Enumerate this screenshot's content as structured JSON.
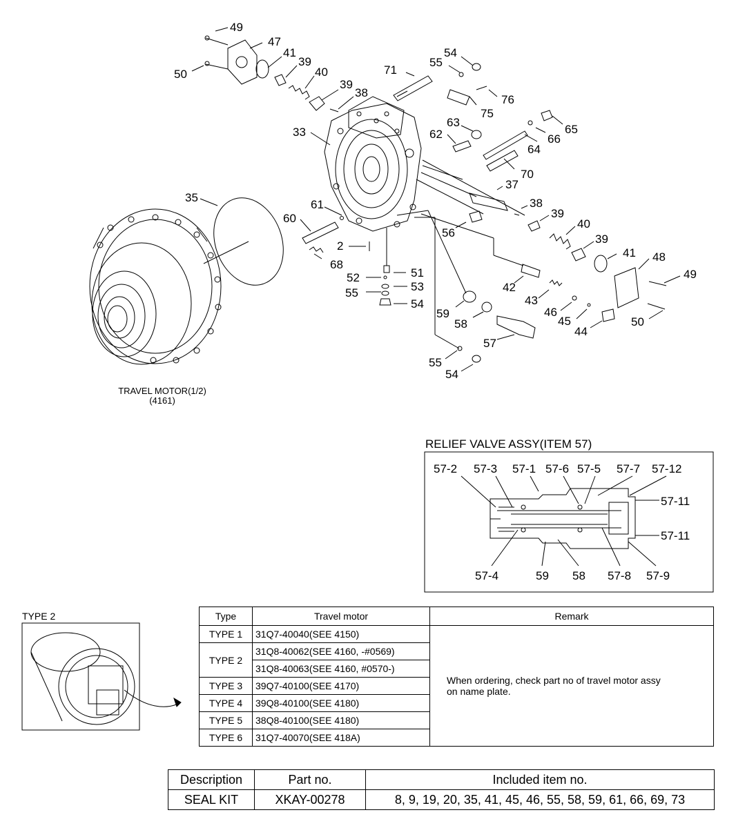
{
  "main_caption": {
    "line1": "TRAVEL MOTOR(1/2)",
    "line2": "(4161)"
  },
  "part_labels": {
    "p49a": "49",
    "p47": "47",
    "p50a": "50",
    "p41a": "41",
    "p39a": "39",
    "p40a": "40",
    "p39b": "39",
    "p38a": "38",
    "p71": "71",
    "p55a": "55",
    "p54a": "54",
    "p76": "76",
    "p75": "75",
    "p33": "33",
    "p63": "63",
    "p62": "62",
    "p65": "65",
    "p66": "66",
    "p64": "64",
    "p70": "70",
    "p37": "37",
    "p35": "35",
    "p61": "61",
    "p60": "60",
    "p38b": "38",
    "p39c": "39",
    "p40b": "40",
    "p39d": "39",
    "p41b": "41",
    "p48": "48",
    "p49b": "49",
    "p56": "56",
    "p2": "2",
    "p68": "68",
    "p51": "51",
    "p52": "52",
    "p53": "53",
    "p55b": "55",
    "p54b": "54",
    "p59": "59",
    "p58": "58",
    "p42": "42",
    "p43": "43",
    "p46": "46",
    "p45": "45",
    "p44": "44",
    "p50b": "50",
    "p57": "57",
    "p55c": "55",
    "p54c": "54"
  },
  "relief_valve": {
    "title": "RELIEF VALVE ASSY(ITEM 57)",
    "labels": {
      "r57_2": "57-2",
      "r57_3": "57-3",
      "r57_1": "57-1",
      "r57_6": "57-6",
      "r57_5": "57-5",
      "r57_7": "57-7",
      "r57_12": "57-12",
      "r57_11a": "57-11",
      "r57_11b": "57-11",
      "r57_4": "57-4",
      "r59": "59",
      "r58": "58",
      "r57_8": "57-8",
      "r57_9": "57-9"
    }
  },
  "type2_inset": {
    "title": "TYPE 2"
  },
  "type_table": {
    "headers": {
      "type": "Type",
      "motor": "Travel motor",
      "remark": "Remark"
    },
    "rows": [
      {
        "type": "TYPE 1",
        "motor": "31Q7-40040(SEE 4150)"
      },
      {
        "type": "TYPE 2",
        "motor": "31Q8-40062(SEE 4160, -#0569)"
      },
      {
        "type": "",
        "motor": "31Q8-40063(SEE 4160, #0570-)"
      },
      {
        "type": "TYPE 3",
        "motor": "39Q7-40100(SEE 4170)"
      },
      {
        "type": "TYPE 4",
        "motor": "39Q8-40100(SEE 4180)"
      },
      {
        "type": "TYPE 5",
        "motor": "38Q8-40100(SEE 4180)"
      },
      {
        "type": "TYPE 6",
        "motor": "31Q7-40070(SEE 418A)"
      }
    ],
    "remark_line1": "When ordering, check part no of travel motor assy",
    "remark_line2": "on name plate."
  },
  "seal_table": {
    "headers": {
      "description": "Description",
      "part_no": "Part no.",
      "included": "Included item no."
    },
    "row": {
      "description": "SEAL KIT",
      "part_no": "XKAY-00278",
      "included": "8, 9, 19, 20, 35, 41, 45, 46, 55, 58, 59, 61, 66, 69, 73"
    }
  }
}
